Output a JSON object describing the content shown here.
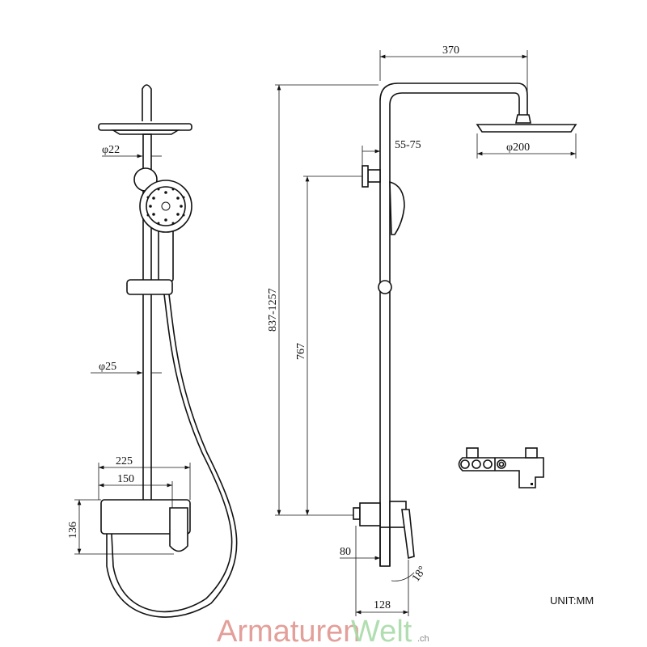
{
  "dimensions": {
    "d22": "φ22",
    "d25": "φ25",
    "w225": "225",
    "w150": "150",
    "h136": "136",
    "arm370": "370",
    "wall55_75": "55-75",
    "d200": "φ200",
    "h837_1257": "837-1257",
    "h767": "767",
    "w80": "80",
    "w128": "128",
    "angle18": "18°"
  },
  "unit_label": "UNIT:MM",
  "watermark": {
    "part1": "Armaturen",
    "part2": "Welt",
    "suffix": ".ch",
    "color1": "#e0958e",
    "color2": "#a8dba8"
  }
}
